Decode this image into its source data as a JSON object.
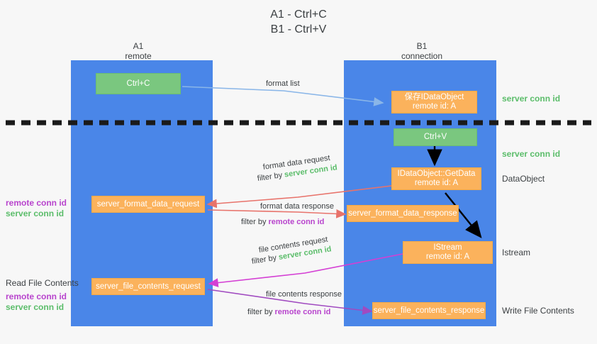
{
  "title": {
    "line1": "A1 - Ctrl+C",
    "line2": "B1 - Ctrl+V"
  },
  "lanes": [
    {
      "name": "A1",
      "sub": "remote"
    },
    {
      "name": "B1",
      "sub": "connection"
    }
  ],
  "nodes": {
    "ctrl_c": {
      "line1": "Ctrl+C",
      "color": "#7ac77f"
    },
    "save_idataobject": {
      "line1": "保存IDataObject",
      "line2": "remote id: A",
      "color": "#fbb25c"
    },
    "ctrl_v": {
      "line1": "Ctrl+V",
      "color": "#7ac77f"
    },
    "getdata": {
      "line1": "IDataObject::GetData",
      "line2": "remote id: A",
      "color": "#fbb25c"
    },
    "format_data_request": {
      "line1": "server_format_data_request",
      "color": "#fbb25c"
    },
    "format_data_response": {
      "line1": "server_format_data_response",
      "color": "#fbb25c"
    },
    "istream": {
      "line1": "IStream",
      "line2": "remote id: A",
      "color": "#fbb25c"
    },
    "file_contents_request": {
      "line1": "server_file_contents_request",
      "color": "#fbb25c"
    },
    "file_contents_response": {
      "line1": "server_file_contents_response",
      "color": "#fbb25c"
    }
  },
  "edges": {
    "format_list": "format list",
    "format_data_request": "format data request",
    "format_data_request_filter_pre": "filter by ",
    "format_data_request_filter_key": "server conn id",
    "format_data_response": "format data response",
    "format_data_response_filter_pre": "filter by ",
    "format_data_response_filter_key": "remote conn id",
    "file_contents_request": "file contents request",
    "file_contents_request_filter_pre": "filter by ",
    "file_contents_request_filter_key": "server conn id",
    "file_contents_response": "file contents response",
    "file_contents_response_filter_pre": "filter by ",
    "file_contents_response_filter_key": "remote conn id"
  },
  "right_labels": {
    "server_conn_id_top": "server conn id",
    "server_conn_id_mid": "server conn id",
    "dataobject": "DataObject",
    "istream": "Istream",
    "write_file_contents": "Write File Contents"
  },
  "left_labels": {
    "remote_conn_id_1": "remote conn id",
    "server_conn_id_1": "server conn id",
    "read_file_contents": "Read File Contents",
    "remote_conn_id_2": "remote conn id",
    "server_conn_id_2": "server conn id"
  },
  "colors": {
    "lane": "#4a86e8",
    "green_node": "#7ac77f",
    "orange_node": "#fbb25c",
    "conn_green": "#5bbd6a",
    "conn_purple": "#b844cd",
    "arrow_blue": "#8ab6e8",
    "arrow_red": "#e8736b",
    "arrow_magenta": "#d43fd4",
    "arrow_purple": "#a04ac0",
    "arrow_black": "#000000",
    "background": "#f7f7f7"
  }
}
